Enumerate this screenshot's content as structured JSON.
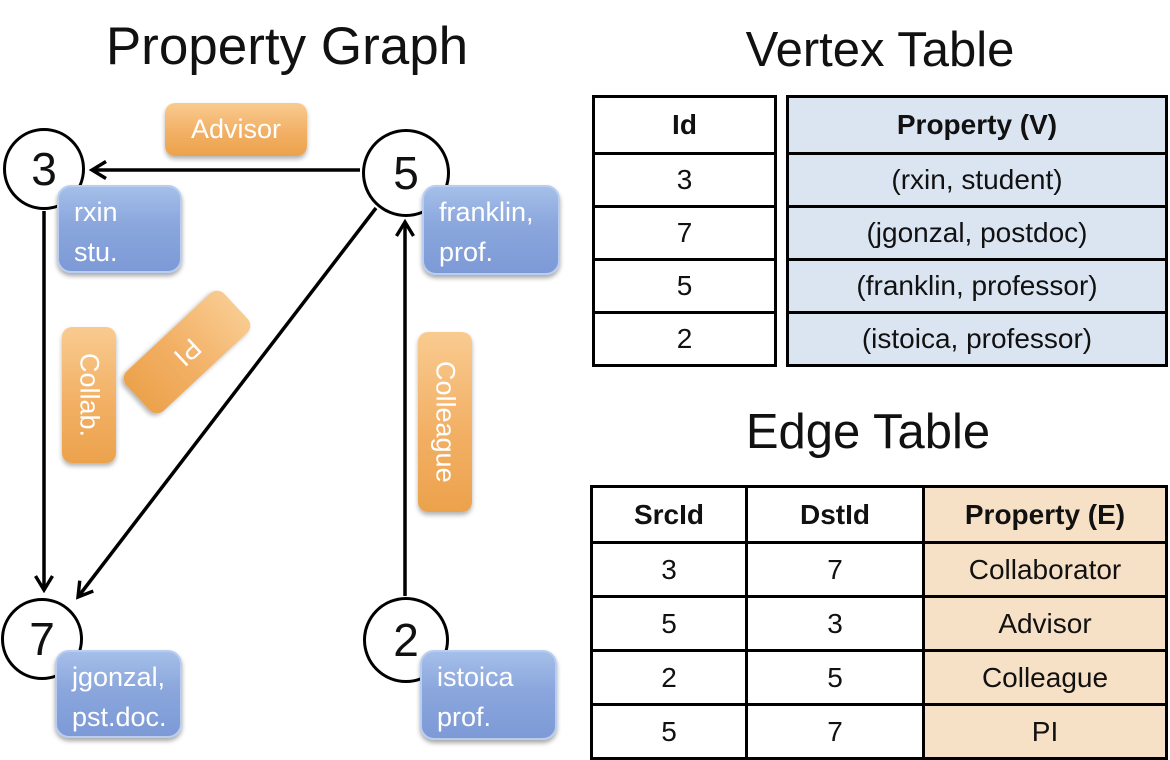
{
  "titles": {
    "graph": "Property Graph",
    "vertex_table": "Vertex Table",
    "edge_table": "Edge Table"
  },
  "graph": {
    "nodes": [
      {
        "id": "3",
        "prop_line1": "rxin",
        "prop_line2": "stu."
      },
      {
        "id": "5",
        "prop_line1": "franklin,",
        "prop_line2": "prof."
      },
      {
        "id": "7",
        "prop_line1": "jgonzal,",
        "prop_line2": "pst.doc."
      },
      {
        "id": "2",
        "prop_line1": "istoica",
        "prop_line2": "prof."
      }
    ],
    "edge_labels": {
      "advisor": "Advisor",
      "collab": "Collab.",
      "pi": "PI",
      "colleague": "Colleague"
    }
  },
  "vertex_table": {
    "headers": {
      "id": "Id",
      "property": "Property (V)"
    },
    "rows": [
      {
        "id": "3",
        "property": "(rxin, student)"
      },
      {
        "id": "7",
        "property": "(jgonzal, postdoc)"
      },
      {
        "id": "5",
        "property": "(franklin, professor)"
      },
      {
        "id": "2",
        "property": "(istoica, professor)"
      }
    ]
  },
  "edge_table": {
    "headers": {
      "src": "SrcId",
      "dst": "DstId",
      "property": "Property (E)"
    },
    "rows": [
      {
        "src": "3",
        "dst": "7",
        "property": "Collaborator"
      },
      {
        "src": "5",
        "dst": "3",
        "property": "Advisor"
      },
      {
        "src": "2",
        "dst": "5",
        "property": "Colleague"
      },
      {
        "src": "5",
        "dst": "7",
        "property": "PI"
      }
    ]
  },
  "colors": {
    "vertex_property_fill": "#dbe5f2",
    "edge_property_fill": "#f6e0c6",
    "vertex_box_blue": "#7d9ad7",
    "edge_label_orange": "#eca24c",
    "line_black": "#000000"
  }
}
